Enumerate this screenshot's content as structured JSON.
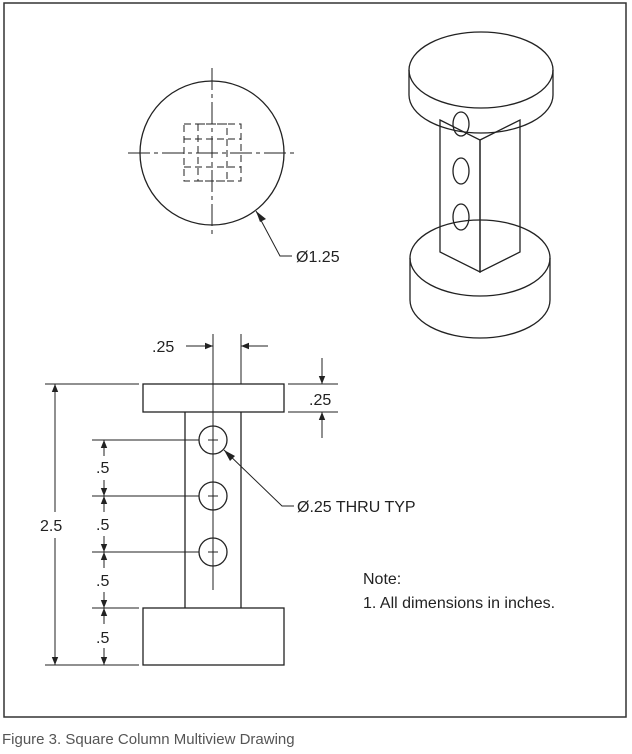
{
  "caption": "Figure 3. Square Column Multiview Drawing",
  "top_view": {
    "diameter_label": "Ø1.25"
  },
  "front_view": {
    "width_label": ".25",
    "cap_thickness_label": ".25",
    "overall_height_label": "2.5",
    "spacing_labels": [
      ".5",
      ".5",
      ".5",
      ".5"
    ],
    "hole_label": "Ø.25 THRU TYP"
  },
  "note": {
    "heading": "Note:",
    "line1": "1. All dimensions in inches."
  }
}
